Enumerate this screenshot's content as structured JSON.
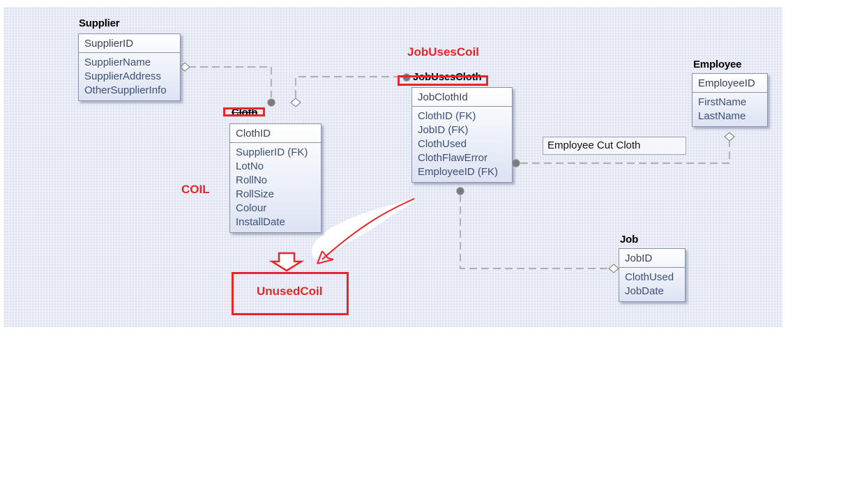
{
  "entities": {
    "supplier": {
      "title": "Supplier",
      "pk": "SupplierID",
      "attrs": [
        "SupplierName",
        "SupplierAddress",
        "OtherSupplierInfo"
      ]
    },
    "cloth": {
      "title": "Cloth",
      "pk": "ClothID",
      "attrs": [
        "SupplierID (FK)",
        "LotNo",
        "RollNo",
        "RollSize",
        "Colour",
        "InstallDate"
      ]
    },
    "jobusescloth": {
      "title": "JobUsesCloth",
      "pk": "JobClothId",
      "attrs": [
        "ClothID (FK)",
        "JobID (FK)",
        "ClothUsed",
        "ClothFlawError",
        "EmployeeID (FK)"
      ]
    },
    "employee": {
      "title": "Employee",
      "pk": "EmployeeID",
      "attrs": [
        "FirstName",
        "LastName"
      ]
    },
    "job": {
      "title": "Job",
      "pk": "JobID",
      "attrs": [
        "ClothUsed",
        "JobDate"
      ]
    }
  },
  "relationship_label": "Employee Cut Cloth",
  "annotations": {
    "jobusescoil": "JobUsesCoil",
    "coil": "COIL",
    "unusedcoil": "UnusedCoil"
  },
  "colors": {
    "annotation_red": "#e8262a",
    "fk_text": "#3c4f78",
    "canvas": "#ebeef6"
  }
}
